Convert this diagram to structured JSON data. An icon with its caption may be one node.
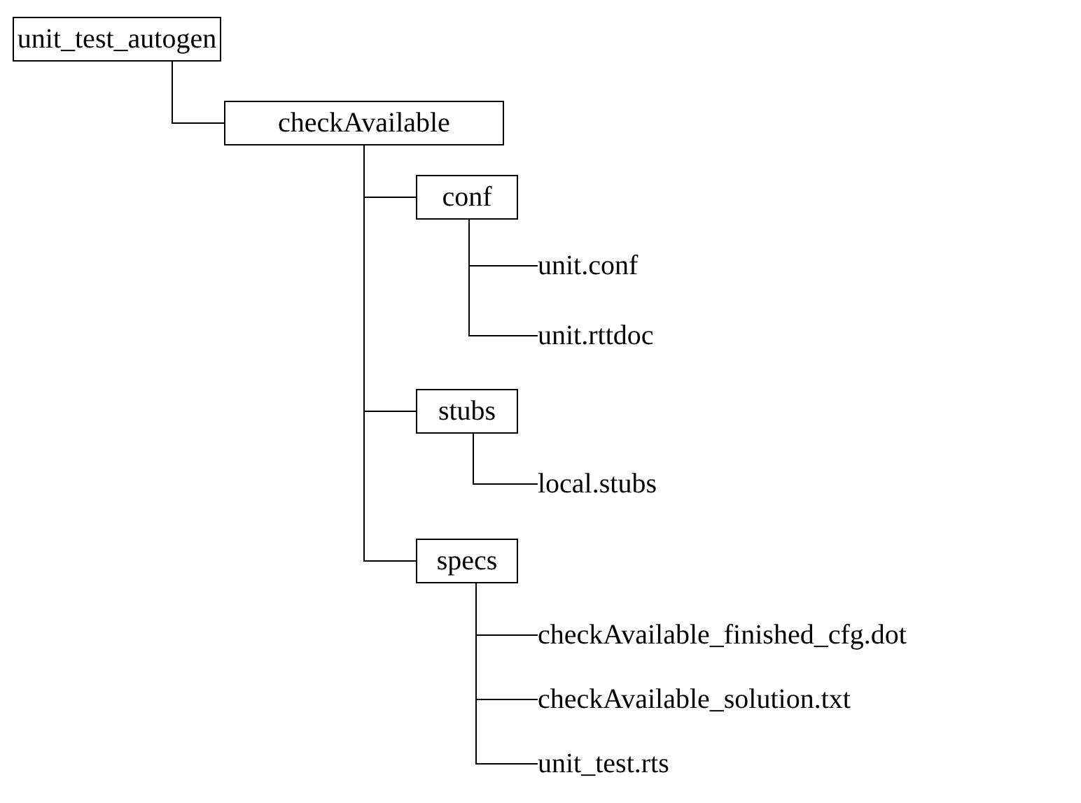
{
  "diagram": {
    "nodes": [
      {
        "text": [
          "unit_test_autogen"
        ]
      },
      {
        "text": [
          "checkAvailable"
        ]
      },
      {
        "text": [
          "conf"
        ]
      },
      {
        "text": [
          "unit.conf"
        ]
      },
      {
        "text": [
          "unit.rttdoc"
        ]
      },
      {
        "text": [
          "stubs"
        ]
      },
      {
        "text": [
          "local.stubs"
        ]
      },
      {
        "text": [
          "specs"
        ]
      },
      {
        "text": [
          "checkAvailable_finished_cfg.dot"
        ]
      },
      {
        "text": [
          "checkAvailable_solution.txt"
        ]
      },
      {
        "text": [
          "unit_test.rts"
        ]
      }
    ],
    "edges": [
      {
        "from": 0,
        "to": 1,
        "arrow": "none"
      },
      {
        "from": 1,
        "to": 2,
        "arrow": "none"
      },
      {
        "from": 2,
        "to": 3,
        "arrow": "none"
      },
      {
        "from": 2,
        "to": 4,
        "arrow": "none"
      },
      {
        "from": 1,
        "to": 5,
        "arrow": "none"
      },
      {
        "from": 5,
        "to": 6,
        "arrow": "none"
      },
      {
        "from": 1,
        "to": 7,
        "arrow": "none"
      },
      {
        "from": 7,
        "to": 8,
        "arrow": "none"
      },
      {
        "from": 7,
        "to": 9,
        "arrow": "none"
      },
      {
        "from": 7,
        "to": 10,
        "arrow": "none"
      }
    ]
  }
}
